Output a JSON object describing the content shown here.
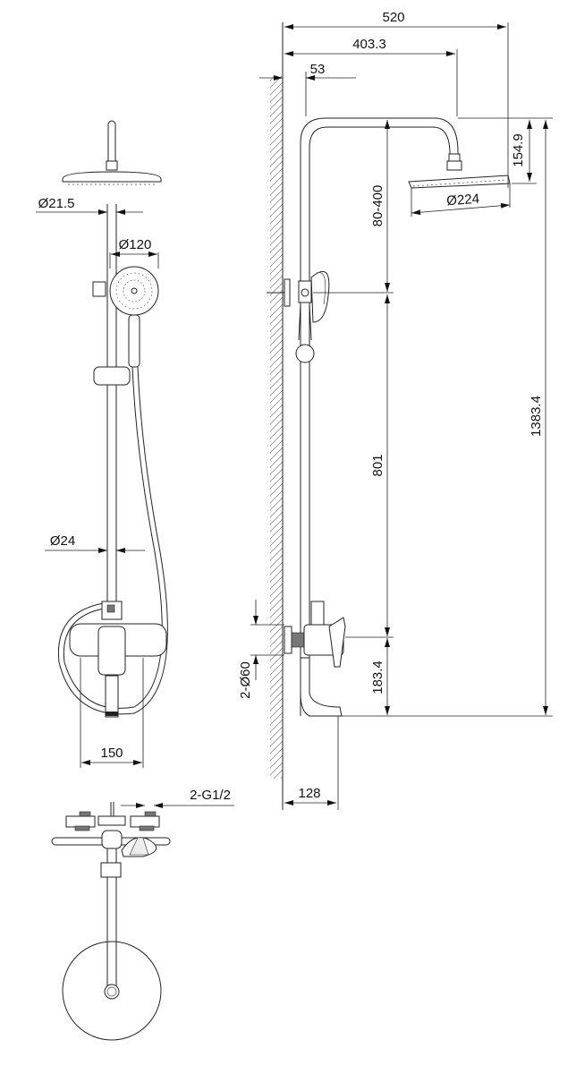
{
  "drawing": {
    "side_view": {
      "total_projection": "520",
      "head_projection": "403.3",
      "wall_to_riser": "53",
      "head_drop": "154.9",
      "head_diameter": "Ø224",
      "slider_adjust_range": "80-400",
      "riser_length": "801",
      "mixer_to_spout": "183.4",
      "total_height": "1383.4",
      "flange_diameter": "2-Ø60",
      "spout_projection": "128"
    },
    "front_view": {
      "arm_diameter": "Ø21.5",
      "hand_shower_diameter": "Ø120",
      "riser_diameter": "Ø24",
      "inlet_spacing": "150"
    },
    "top_view": {
      "inlet_thread": "2-G1/2"
    }
  }
}
